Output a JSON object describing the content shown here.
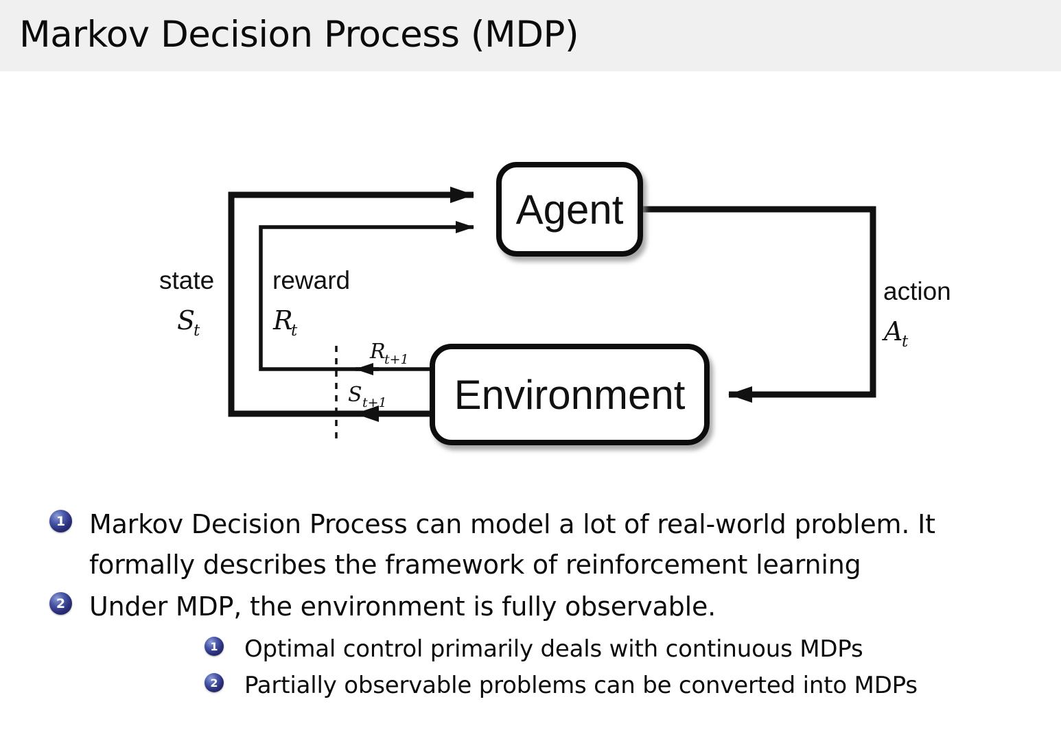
{
  "header": {
    "title": "Markov Decision Process (MDP)",
    "background_color": "#f0f0f0"
  },
  "diagram": {
    "name": "agent-environment-interaction-loop",
    "nodes": {
      "agent": "Agent",
      "environment": "Environment"
    },
    "edge_labels": {
      "state_word": "state",
      "state_symbol": "S",
      "state_subscript": "t",
      "reward_word": "reward",
      "reward_symbol": "R",
      "reward_subscript": "t",
      "action_word": "action",
      "action_symbol": "A",
      "action_subscript": "t",
      "next_reward_symbol": "R",
      "next_reward_subscript": "t+1",
      "next_state_symbol": "S",
      "next_state_subscript": "t+1"
    },
    "colors": {
      "stroke": "#111111",
      "fill": "#ffffff",
      "shadow": "#b9b9b9"
    }
  },
  "bullets": {
    "marker_color": "#2b2f78",
    "items": [
      {
        "number": "1",
        "lines": [
          "Markov Decision Process can model a lot of real-world problem.  It",
          "formally describes the framework of reinforcement learning"
        ]
      },
      {
        "number": "2",
        "lines": [
          "Under MDP, the environment is fully observable."
        ],
        "sub_items": [
          {
            "number": "1",
            "text": "Optimal control primarily deals with continuous MDPs"
          },
          {
            "number": "2",
            "text": "Partially observable problems can be converted into MDPs"
          }
        ]
      }
    ]
  }
}
